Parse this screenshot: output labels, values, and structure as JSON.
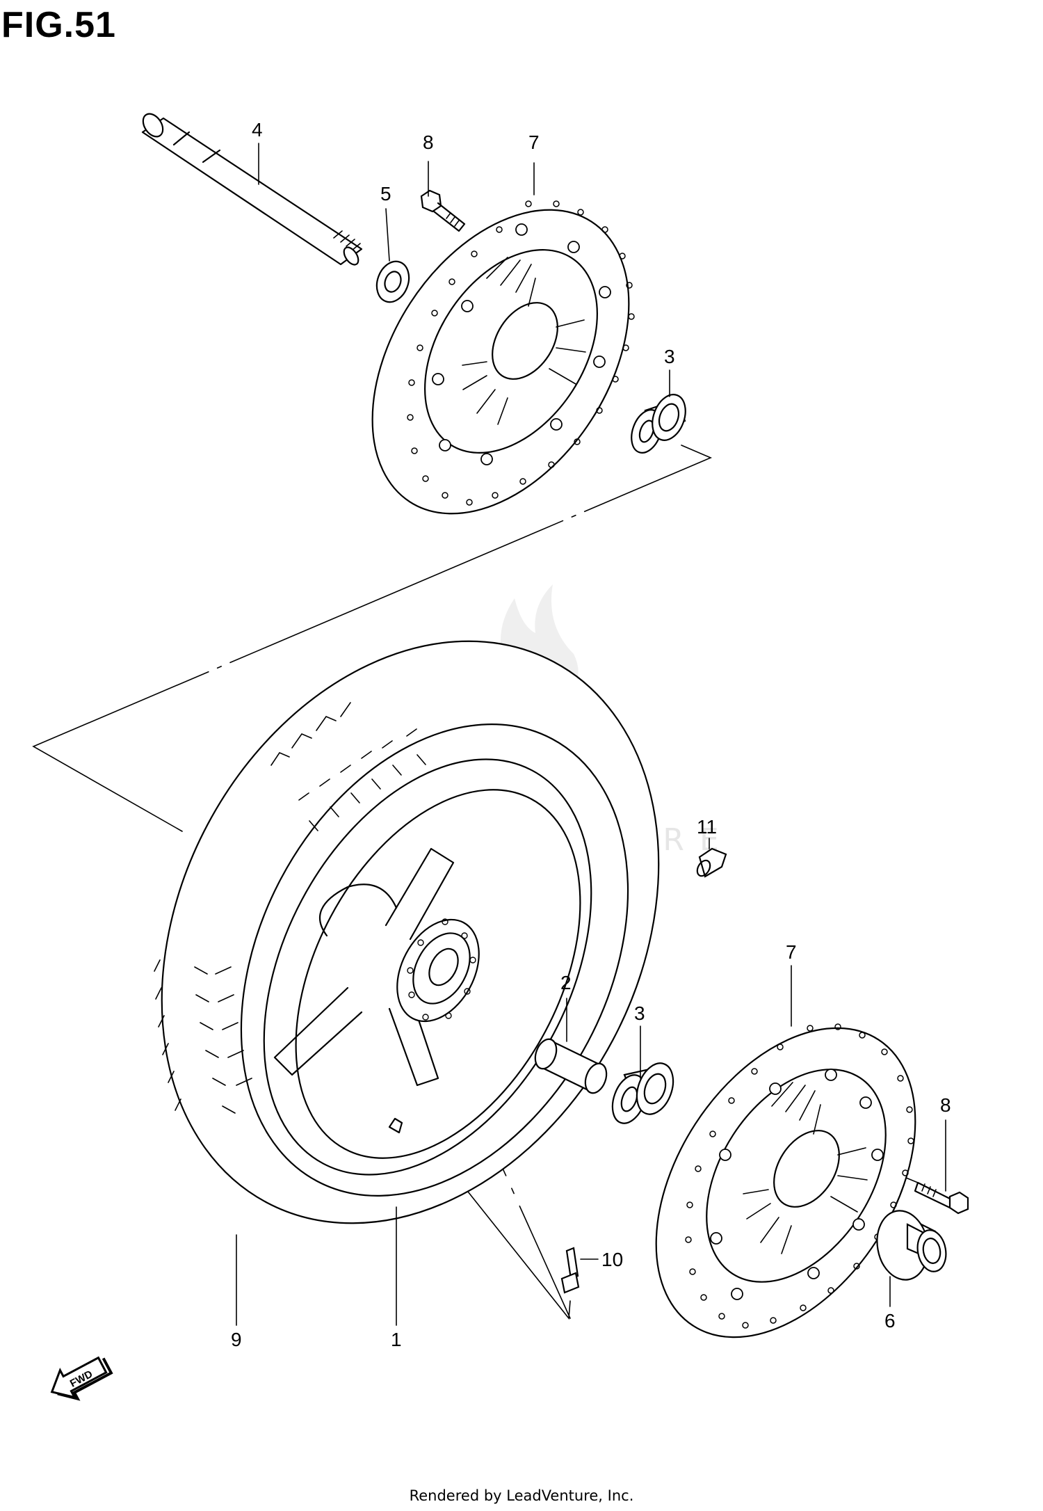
{
  "figure": {
    "title": "FIG.51"
  },
  "callouts": [
    {
      "id": "label-4",
      "text": "4"
    },
    {
      "id": "label-8-top",
      "text": "8"
    },
    {
      "id": "label-7-top",
      "text": "7"
    },
    {
      "id": "label-5",
      "text": "5"
    },
    {
      "id": "label-3-top",
      "text": "3"
    },
    {
      "id": "label-11",
      "text": "11"
    },
    {
      "id": "label-7-bottom",
      "text": "7"
    },
    {
      "id": "label-2",
      "text": "2"
    },
    {
      "id": "label-3-bottom",
      "text": "3"
    },
    {
      "id": "label-8-bottom",
      "text": "8"
    },
    {
      "id": "label-10",
      "text": "10"
    },
    {
      "id": "label-9",
      "text": "9"
    },
    {
      "id": "label-1",
      "text": "1"
    },
    {
      "id": "label-6",
      "text": "6"
    }
  ],
  "fwd_arrow": {
    "text": "FWD"
  },
  "watermark": {
    "text": "LEADVENTURE"
  },
  "footer": {
    "credit": "Rendered by LeadVenture, Inc."
  }
}
